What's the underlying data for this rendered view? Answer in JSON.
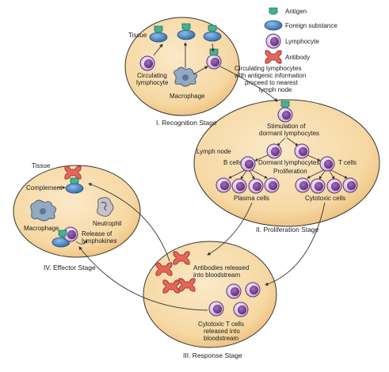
{
  "legend": {
    "antigen": "Antigen",
    "foreign_substance": "Foreign substance",
    "lymphocyte": "Lymphocyte",
    "antibody": "Antibody"
  },
  "stages": {
    "recognition": {
      "title": "I. Recognition Stage",
      "tissue": "Tissue",
      "circulating_1": "Circulating",
      "circulating_2": "lymphocyte",
      "macrophage": "Macrophage",
      "note": [
        "Circulating lymphocytes",
        "with antigenic information",
        "proceed to nearest",
        "lymph node"
      ]
    },
    "proliferation": {
      "title": "II. Proliferation Stage",
      "stimulation_1": "Stimulation of",
      "stimulation_2": "dormant lymphocytes",
      "lymph_node": "Lymph node",
      "b_cells": "B cells",
      "dormant": "Dormant lymphocytes",
      "t_cells": "T cells",
      "proliferation": "Proliferation",
      "plasma": "Plasma cells",
      "cytotoxic": "Cytotoxic cells"
    },
    "response": {
      "title": "III. Response Stage",
      "antibodies_1": "Antibodies released",
      "antibodies_2": "into bloodstream",
      "cyto_1": "Cytotoxic T cells",
      "cyto_2": "released into",
      "cyto_3": "bloodstream"
    },
    "effector": {
      "title": "IV. Effector Stage",
      "tissue": "Tissue",
      "complement": "Complement",
      "neutrophil": "Neutrophil",
      "macrophage": "Macrophage",
      "release_1": "Release of",
      "release_2": "lymphokines"
    }
  },
  "colors": {
    "stage_fill": "#f6dcac",
    "stage_fill_edge": "#e9bd78",
    "antigen": "#3fa88f",
    "foreign": "#4a86c8",
    "lymph_outer": "#e7d6ee",
    "lymph_nucleus": "#7a3f93",
    "antibody": "#de5b4a",
    "macrophage": "#8fa6bf"
  }
}
